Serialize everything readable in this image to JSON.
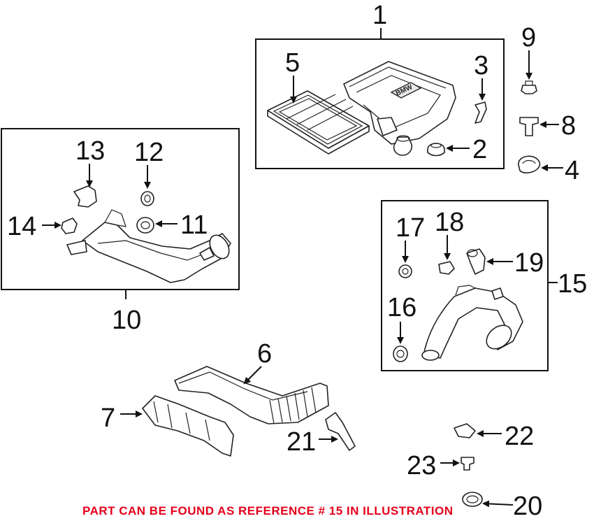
{
  "callout": "PART CAN BE FOUND AS REFERENCE # 15 IN ILLUSTRATION",
  "logo_text": "BMW",
  "callout_color": "#e3001b",
  "labels": {
    "n1": "1",
    "n2": "2",
    "n3": "3",
    "n4": "4",
    "n5": "5",
    "n6": "6",
    "n7": "7",
    "n8": "8",
    "n9": "9",
    "n10": "10",
    "n11": "11",
    "n12": "12",
    "n13": "13",
    "n14": "14",
    "n15": "15",
    "n16": "16",
    "n17": "17",
    "n18": "18",
    "n19": "19",
    "n20": "20",
    "n21": "21",
    "n22": "22",
    "n23": "23"
  }
}
